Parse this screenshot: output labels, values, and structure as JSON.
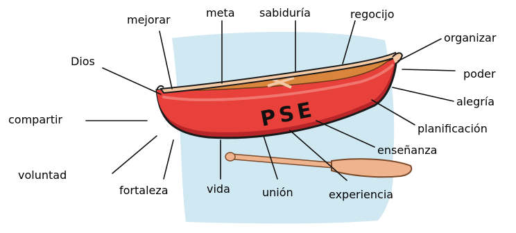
{
  "canoe": {
    "title": "PSE"
  },
  "labels": {
    "mejorar": "mejorar",
    "meta": "meta",
    "sabiduria": "sabiduría",
    "regocijo": "regocijo",
    "organizar": "organizar",
    "dios": "Dios",
    "poder": "poder",
    "alegria": "alegría",
    "compartir": "compartir",
    "planificacion": "planificación",
    "ensenanza": "enseñanza",
    "voluntad": "voluntad",
    "fortaleza": "fortaleza",
    "vida": "vida",
    "union": "unión",
    "experiencia": "experiencia"
  },
  "colors": {
    "background_panel": "#cfe8f1",
    "canoe_hull": "#e8403a",
    "canoe_hull_shadow": "#b8262a",
    "canoe_interior": "#d9863c",
    "canoe_rim": "#f3c9a6",
    "paddle": "#efb48e"
  }
}
